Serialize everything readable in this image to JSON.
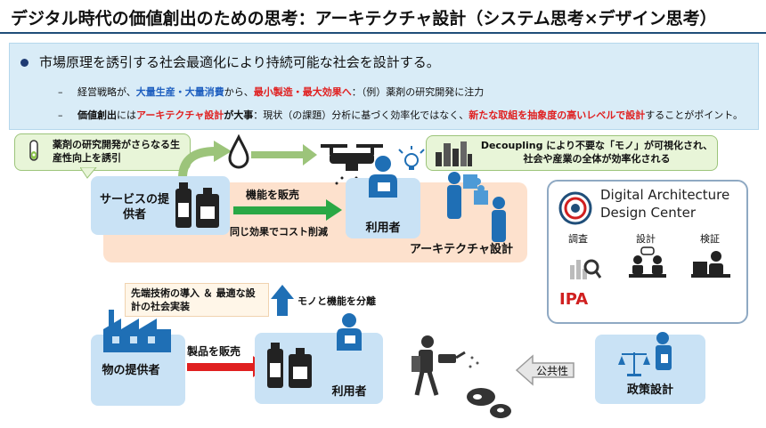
{
  "title": "デジタル時代の価値創出のための思考：アーキテクチャ設計（システム思考×デザイン思考）",
  "banner": {
    "main": "市場原理を誘引する社会最適化により持続可能な社会を設計する。",
    "line1": {
      "p1": "経営戦略が、",
      "p2": "大量生産・大量消費",
      "p3": "から、",
      "p4": "最小製造・最大効果へ",
      "p5": "：（例）薬剤の研究開発に注力"
    },
    "line2": {
      "p1": "価値創出",
      "p2": "には",
      "p3": "アーキテクチャ設計",
      "p4": "が大事",
      "p5": "：現状（の課題）分析に基づく効率化ではなく、",
      "p6": "新たな取組を抽象度の高いレベルで設計",
      "p7": "することがポイント。"
    }
  },
  "callout_left": "薬剤の研究開発がさらなる生産性向上を誘引",
  "callout_right": "Decoupling により不要な「モノ」が可視化され、社会や産業の全体が効率化される",
  "upper": {
    "provider": "サービスの提供者",
    "arrow_label": "機能を販売",
    "below_arrow": "同じ効果でコスト削減",
    "user": "利用者",
    "architecture": "アーキテクチャ設計"
  },
  "mid": {
    "tech": "先端技術の導入 ＆ 最適な設計の社会実装",
    "separate": "モノと機能を分離"
  },
  "lower": {
    "provider": "物の提供者",
    "arrow_label": "製品を販売",
    "user": "利用者",
    "public": "公共性",
    "policy": "政策設計"
  },
  "dac": {
    "name_line1": "Digital Architecture",
    "name_line2": "Design Center",
    "labels": [
      "調査",
      "設計",
      "検証"
    ],
    "ipa": "IPA"
  },
  "colors": {
    "navy": "#1f3b73",
    "green": "#2aa845",
    "red": "#e02020",
    "blue_box": "#c9e2f5",
    "peach": "#fde1cd",
    "icon_blue": "#1f6fb5"
  }
}
